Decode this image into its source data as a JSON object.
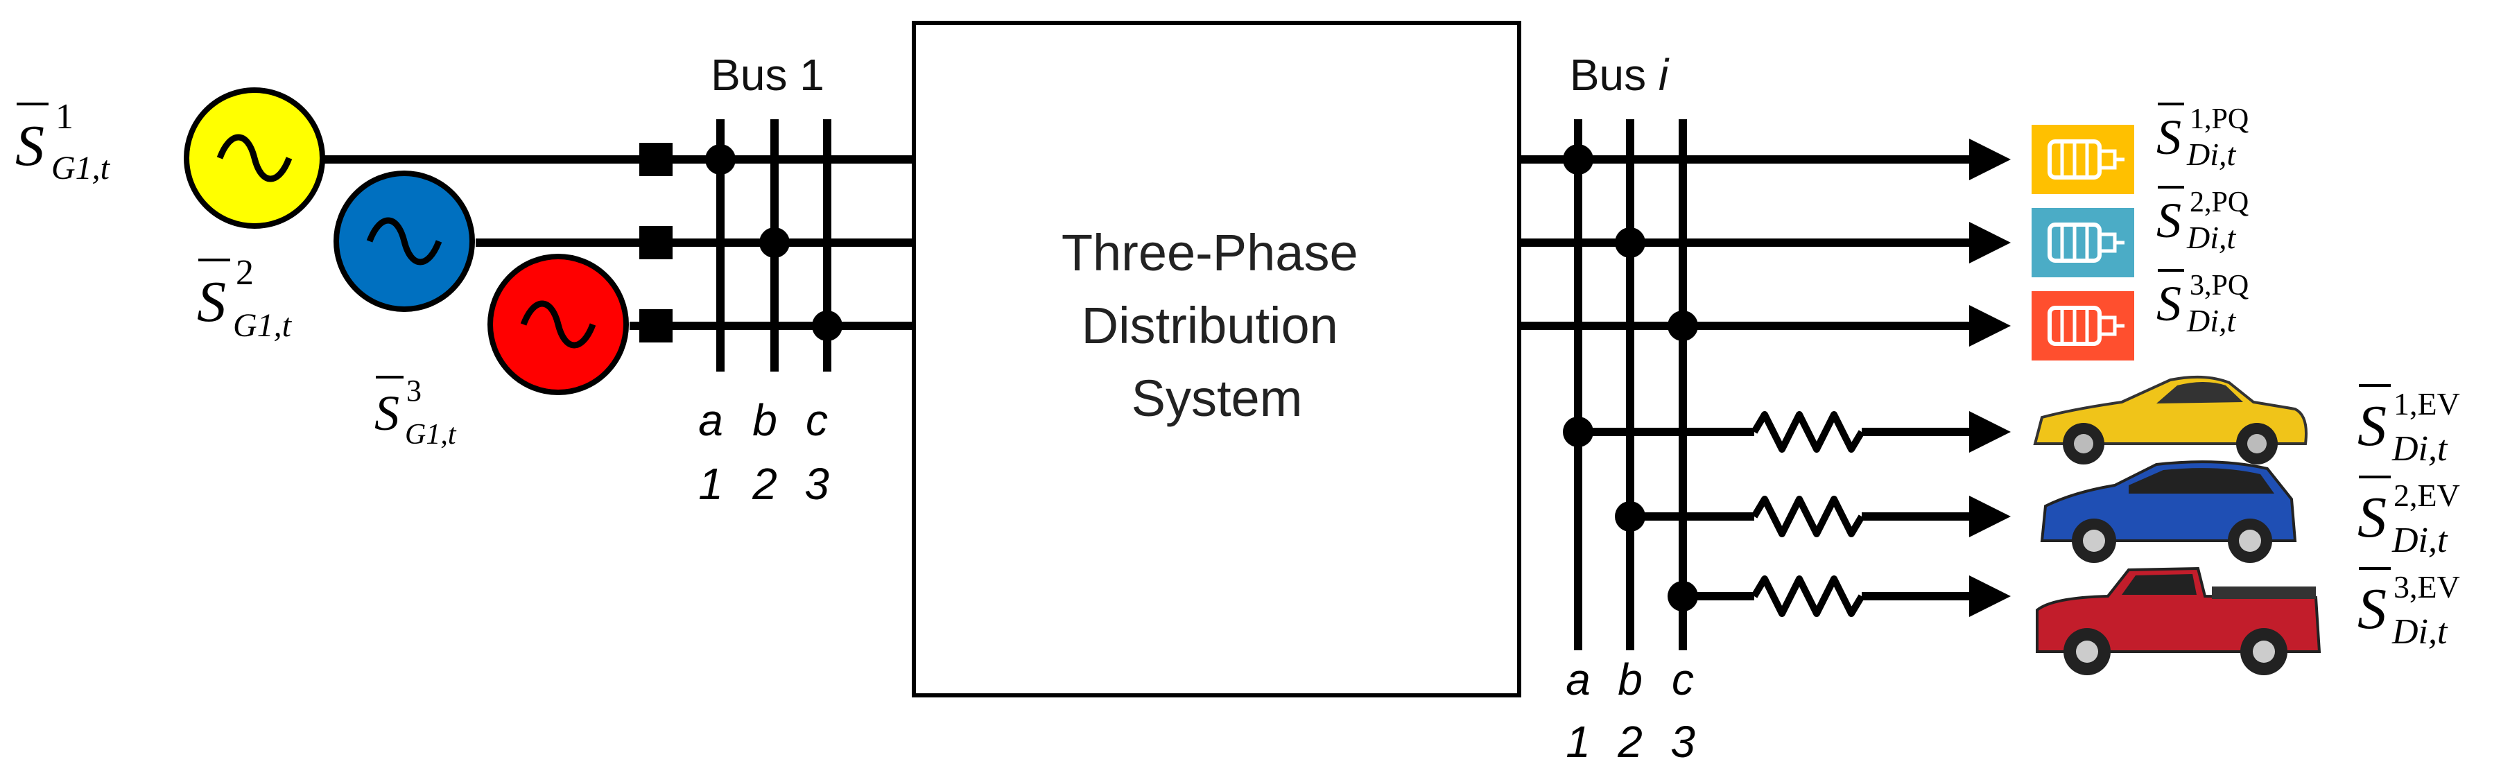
{
  "diagram": {
    "center_box": {
      "lines": [
        "Three-Phase",
        "Distribution",
        "System"
      ]
    },
    "bus1": {
      "label": "Bus 1",
      "phase_letters": [
        "a",
        "b",
        "c"
      ],
      "phase_numbers": [
        "1",
        "2",
        "3"
      ]
    },
    "busi": {
      "label_prefix": "Bus ",
      "label_index": "i",
      "phase_letters": [
        "a",
        "b",
        "c"
      ],
      "phase_numbers": [
        "1",
        "2",
        "3"
      ]
    },
    "generators": [
      {
        "color": "#ffff00",
        "sup": "1",
        "sub": "G1,t"
      },
      {
        "color": "#0070c0",
        "sup": "2",
        "sub": "G1,t"
      },
      {
        "color": "#ff0000",
        "sup": "3",
        "sub": "G1,t"
      }
    ],
    "pq_loads": [
      {
        "color": "#ffc000",
        "sup": "1,PQ",
        "sub": "Di,t",
        "icon": "pq-load-icon"
      },
      {
        "color": "#4bacc6",
        "sup": "2,PQ",
        "sub": "Di,t",
        "icon": "pq-load-icon"
      },
      {
        "color": "#ff4f2e",
        "sup": "3,PQ",
        "sub": "Di,t",
        "icon": "pq-load-icon"
      }
    ],
    "ev_loads": [
      {
        "body_color": "#f0c419",
        "sup": "1,EV",
        "sub": "Di,t",
        "icon": "sports-car-icon"
      },
      {
        "body_color": "#1f4fb4",
        "sup": "2,EV",
        "sub": "Di,t",
        "icon": "hatchback-car-icon"
      },
      {
        "body_color": "#c21d2b",
        "sup": "3,EV",
        "sub": "Di,t",
        "icon": "pickup-truck-icon"
      }
    ],
    "symbol": "S"
  }
}
